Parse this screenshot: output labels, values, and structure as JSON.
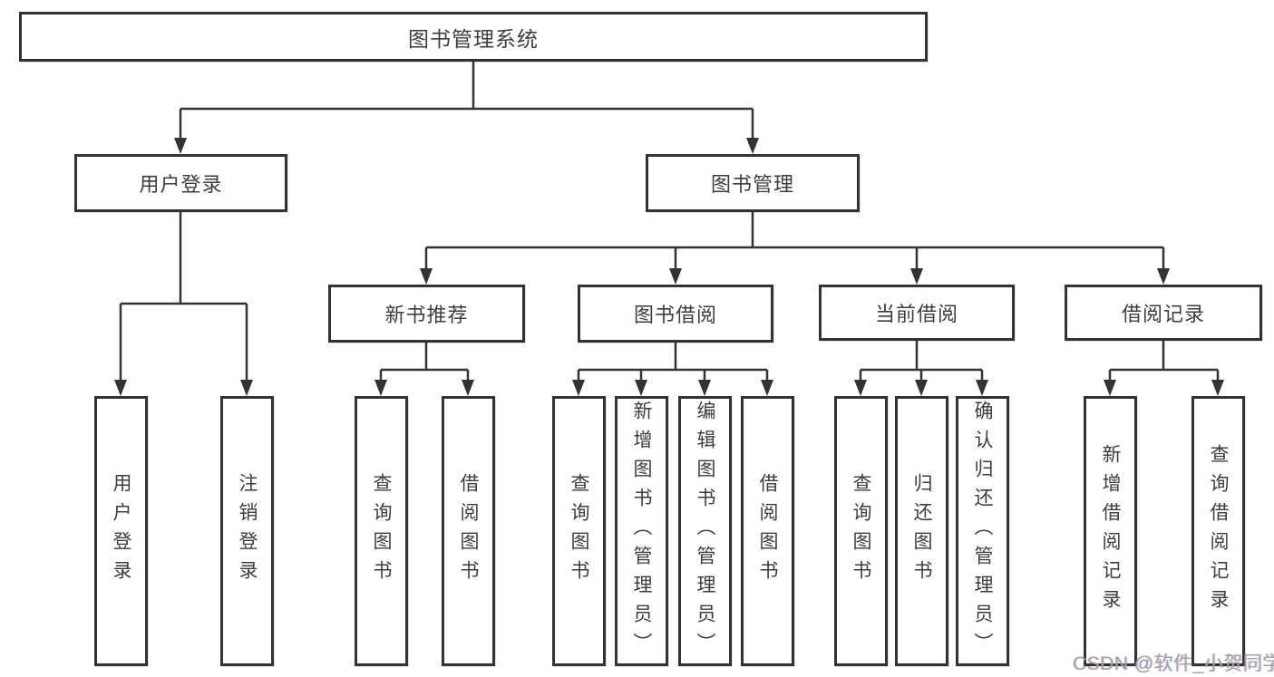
{
  "diagram": {
    "root": "图书管理系统",
    "level1": {
      "user_login": "用户登录",
      "book_management": "图书管理"
    },
    "level2": {
      "new_book_recommend": "新书推荐",
      "book_borrow": "图书借阅",
      "current_borrow": "当前借阅",
      "borrow_records": "借阅记录"
    },
    "leaves": {
      "user_login": [
        "用户登录",
        "注销登录"
      ],
      "new_book_recommend": [
        "查询图书",
        "借阅图书"
      ],
      "book_borrow": [
        "查询图书",
        "新增图书（管理员）",
        "编辑图书（管理员）",
        "借阅图书"
      ],
      "current_borrow": [
        "查询图书",
        "归还图书",
        "确认归还（管理员）"
      ],
      "borrow_records": [
        "新增借阅记录",
        "查询借阅记录"
      ]
    }
  },
  "watermark": "CSDN @软件_小贺同学",
  "colors": {
    "line": "#333333",
    "box_border": "#333333",
    "text": "#3d3d3d",
    "watermark": "#a3a3a3",
    "background": "#ffffff"
  }
}
